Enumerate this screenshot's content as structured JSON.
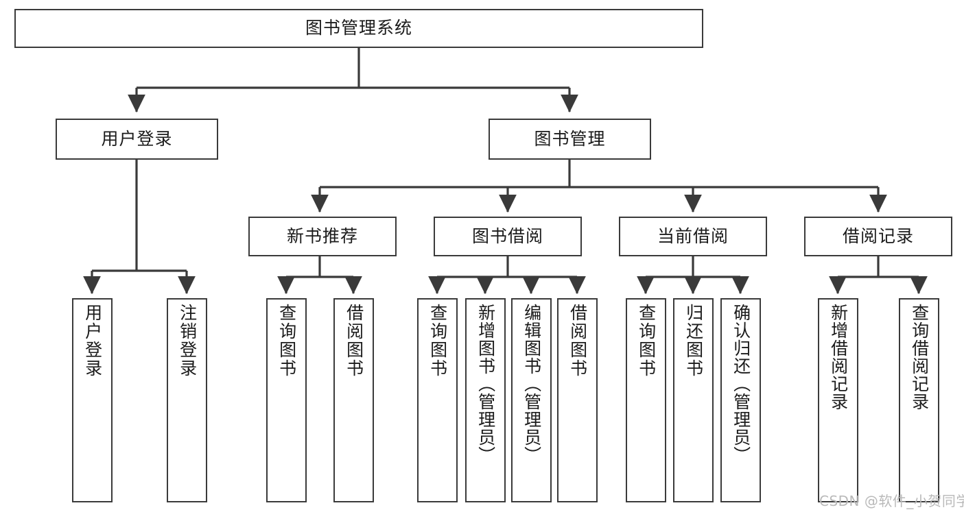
{
  "diagram": {
    "title": "图书管理系统",
    "type": "tree",
    "watermark": "CSDN @软件_小贺同学",
    "colors": {
      "box_border": "#3a3a3a",
      "box_fill": "#ffffff",
      "edge": "#3a3a3a",
      "text": "#1b1b1b",
      "watermark": "#b9b9b9",
      "background": "#ffffff"
    },
    "root": {
      "label": "图书管理系统"
    },
    "level2": [
      {
        "label": "用户登录"
      },
      {
        "label": "图书管理"
      }
    ],
    "level3": [
      {
        "label": "新书推荐"
      },
      {
        "label": "图书借阅"
      },
      {
        "label": "当前借阅"
      },
      {
        "label": "借阅记录"
      }
    ],
    "leaves": {
      "user_login": [
        {
          "label": "用户登录"
        },
        {
          "label": "注销登录"
        }
      ],
      "new_book": [
        {
          "label": "查询图书"
        },
        {
          "label": "借阅图书"
        }
      ],
      "book_borrow": [
        {
          "label": "查询图书"
        },
        {
          "label": "新增图书（管理员）"
        },
        {
          "label": "编辑图书（管理员）"
        },
        {
          "label": "借阅图书"
        }
      ],
      "current_borrow": [
        {
          "label": "查询图书"
        },
        {
          "label": "归还图书"
        },
        {
          "label": "确认归还（管理员）"
        }
      ],
      "borrow_record": [
        {
          "label": "新增借阅记录"
        },
        {
          "label": "查询借阅记录"
        }
      ]
    }
  }
}
